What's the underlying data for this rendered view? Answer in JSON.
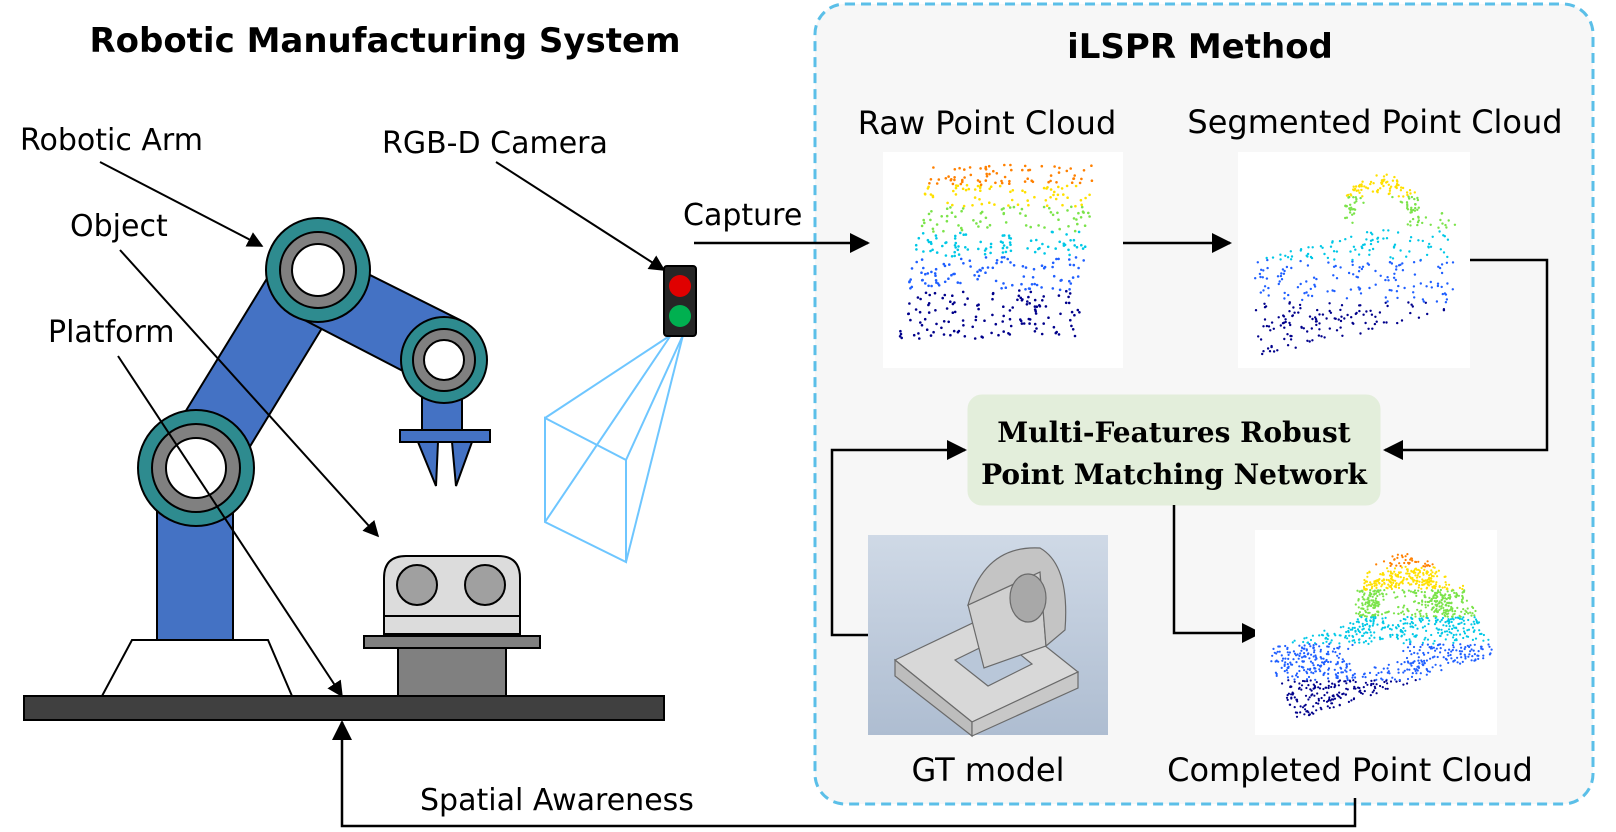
{
  "left_title": "Robotic Manufacturing System",
  "right_title": "iLSPR Method",
  "labels": {
    "robotic_arm": "Robotic Arm",
    "object": "Object",
    "platform": "Platform",
    "camera": "RGB-D Camera",
    "capture": "Capture",
    "spatial_awareness": "Spatial Awareness"
  },
  "method": {
    "raw": "Raw Point Cloud",
    "segmented": "Segmented Point Cloud",
    "network_line1": "Multi-Features Robust",
    "network_line2": "Point Matching Network",
    "gt": "GT model",
    "completed": "Completed Point Cloud"
  },
  "colors": {
    "arm_blue": "#4472c4",
    "joint_teal": "#2e8b8f",
    "panel_border": "#5bbfe8",
    "panel_fill": "#f7f7f7",
    "network_fill": "#e3eedb",
    "frustum": "#6ec6ff",
    "light_red": "#e00000",
    "light_green": "#00b050"
  }
}
